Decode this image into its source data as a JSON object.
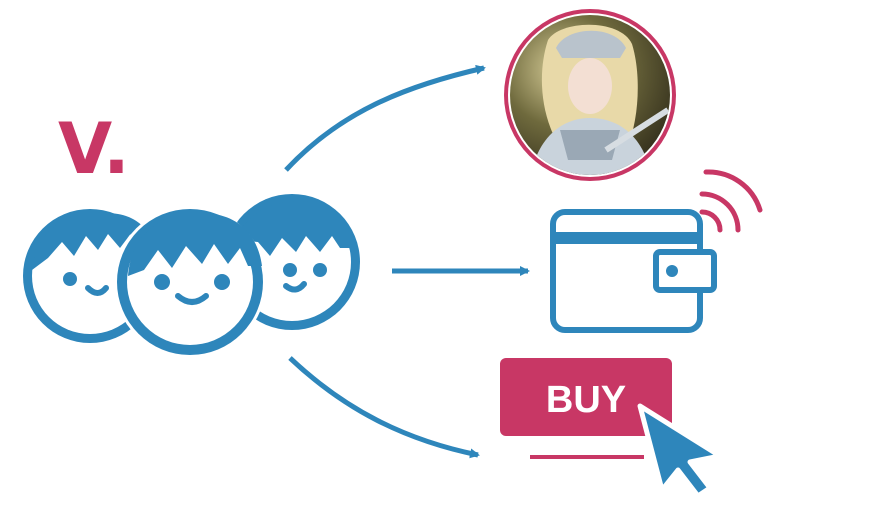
{
  "brand": {
    "mark": "V."
  },
  "buy_button": {
    "label": "BUY"
  },
  "icons": {
    "audience": "group-of-people-icon",
    "profile": "profile-photo",
    "wallet": "wallet-icon",
    "contactless": "contactless-waves-icon",
    "cursor": "mouse-cursor-icon"
  },
  "colors": {
    "blue": "#2e86bb",
    "crimson": "#c83765",
    "white": "#ffffff"
  }
}
